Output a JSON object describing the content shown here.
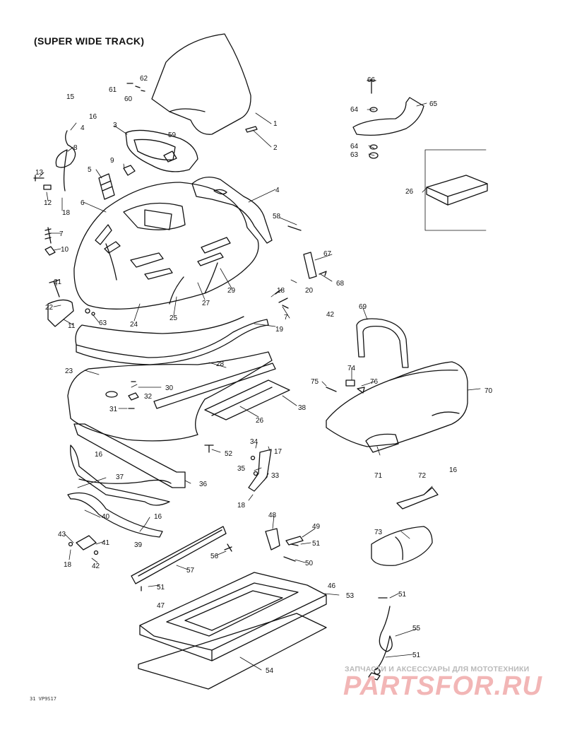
{
  "title": "(SUPER WIDE TRACK)",
  "diagram_code": "31 VP9S17",
  "watermark": {
    "tagline": "ЗАПЧАСТИ И АКСЕССУАРЫ ДЛЯ МОТОТЕХНИКИ",
    "logo": "PARTSFOR.RU"
  },
  "callouts": [
    "1",
    "2",
    "3",
    "4",
    "4",
    "5",
    "6",
    "7",
    "7",
    "8",
    "9",
    "10",
    "11",
    "12",
    "13",
    "15",
    "16",
    "16",
    "16",
    "16",
    "17",
    "18",
    "18",
    "18",
    "18",
    "19",
    "20",
    "21",
    "22",
    "23",
    "24",
    "25",
    "26",
    "26",
    "27",
    "28",
    "29",
    "30",
    "31",
    "32",
    "33",
    "34",
    "35",
    "36",
    "37",
    "38",
    "39",
    "40",
    "41",
    "42",
    "42",
    "43",
    "46",
    "47",
    "48",
    "49",
    "50",
    "51",
    "51",
    "51",
    "51",
    "52",
    "53",
    "54",
    "55",
    "56",
    "57",
    "58",
    "59",
    "60",
    "61",
    "62",
    "63",
    "63",
    "64",
    "64",
    "65",
    "66",
    "67",
    "68",
    "69",
    "70",
    "71",
    "72",
    "73",
    "74",
    "75",
    "76"
  ]
}
